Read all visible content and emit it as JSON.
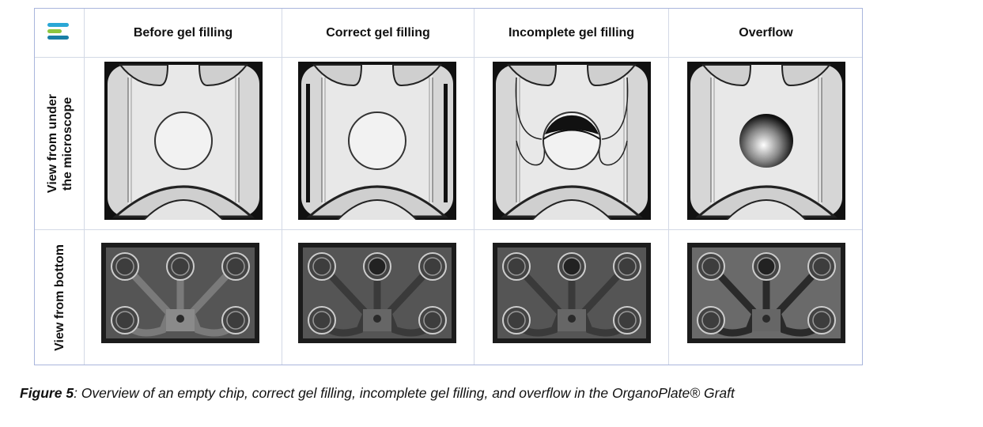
{
  "table": {
    "columns": [
      "Before gel filling",
      "Correct gel filling",
      "Incomplete gel filling",
      "Overflow"
    ],
    "rows": [
      {
        "label_line1": "View from under",
        "label_line2": "the microscope"
      },
      {
        "label_line1": "View from bottom"
      }
    ]
  },
  "logo": {
    "colors": [
      "#2aa7d6",
      "#8dc63f",
      "#1a7fa6"
    ]
  },
  "caption": {
    "label": "Figure 5",
    "text": ":  Overview of an empty chip, correct gel filling, incomplete gel filling, and overflow in the OrganoPlate® Graft"
  }
}
